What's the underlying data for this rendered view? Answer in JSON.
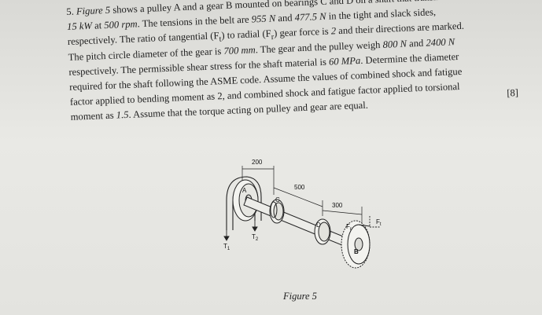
{
  "problem": {
    "lines": [
      [
        "5. ",
        "Figure 5",
        " shows a pulley A and a gear B mounted on bearings C and D on a shaft that transmits"
      ],
      [
        "",
        "15 kW",
        " at ",
        "500 rpm",
        ". The tensions in the belt are ",
        "955 N",
        " and ",
        "477.5 N",
        " in the tight and slack sides,"
      ],
      [
        "respectively. The ratio of tangential (F",
        "t",
        ") to radial (F",
        "r",
        ") gear force is ",
        "2",
        " and their directions are marked."
      ],
      [
        "The pitch circle diameter of the gear is ",
        "700 mm",
        ". The gear and the pulley weigh ",
        "800 N",
        " and ",
        "2400 N"
      ],
      [
        "respectively. The permissible shear stress for the shaft material is ",
        "60 MPa",
        ". Determine the diameter"
      ],
      [
        "required for the shaft following the ASME code. Assume the values of combined shock and fatigue"
      ],
      [
        "factor applied to bending moment as 2, and combined shock and fatigue factor applied to torsional"
      ],
      [
        "moment as ",
        "1.5",
        ". Assume that the torque acting on pulley and gear are equal."
      ]
    ],
    "marks": "[8]"
  },
  "figure": {
    "dim_200": "200",
    "dim_500": "500",
    "dim_300": "300",
    "label_a": "A",
    "label_b": "B",
    "label_c": "C",
    "label_d": "D",
    "label_t1": "T",
    "label_t1_sub": "1",
    "label_t2": "T",
    "label_t2_sub": "2",
    "label_fr": "F",
    "label_fr_sub": "r",
    "label_ft": "F",
    "label_ft_sub": "t",
    "caption": "Figure 5"
  }
}
